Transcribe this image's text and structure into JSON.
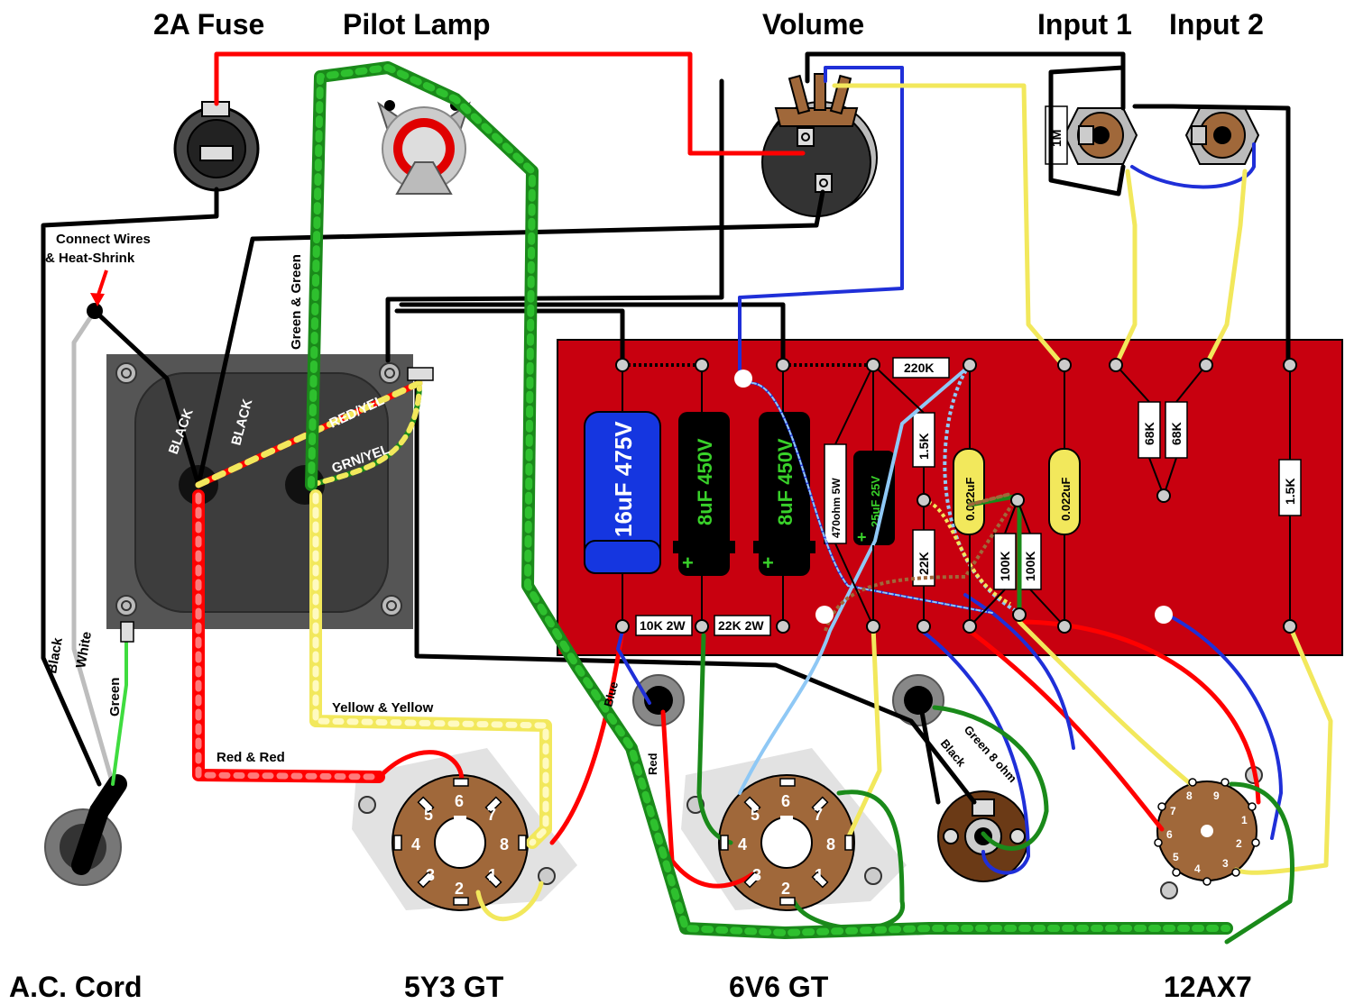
{
  "titles": {
    "fuse": "2A Fuse",
    "pilot_lamp": "Pilot Lamp",
    "volume": "Volume",
    "input1": "Input 1",
    "input2": "Input 2",
    "ac_cord": "A.C. Cord",
    "rectifier": "5Y3 GT",
    "power_tube": "6V6 GT",
    "preamp_tube": "12AX7"
  },
  "notes": {
    "connect_wires": "Connect Wires",
    "heat_shrink": "& Heat-Shrink",
    "green_green": "Green & Green",
    "red_red": "Red & Red",
    "yellow_yellow": "Yellow & Yellow"
  },
  "wire_labels": {
    "black1": "BLACK",
    "black2": "BLACK",
    "red_yel": "RED/YEL",
    "grn_yel": "GRN/YEL",
    "cord_black": "Black",
    "cord_white": "White",
    "cord_green": "Green",
    "blue": "Blue",
    "red": "Red",
    "black_spk": "Black",
    "green_spk": "Green 8 ohm"
  },
  "capacitors": {
    "c16": "16uF 475V",
    "c8a": "8uF 450V",
    "c8b": "8uF 450V",
    "c25": "25uF 25V",
    "c022a": "0.022uF",
    "c022b": "0.022uF",
    "plus": "+"
  },
  "resistors": {
    "r220k": "220K",
    "r470": "470ohm  5W",
    "r15k_a": "1.5K",
    "r22k": "22K",
    "r100k_a": "100K",
    "r100k_b": "100K",
    "r68k_a": "68K",
    "r68k_b": "68K",
    "r15k_b": "1.5K",
    "r10k2w": "10K 2W",
    "r22k2w": "22K 2W",
    "r1m": "1M"
  },
  "octal_pins": [
    "1",
    "2",
    "3",
    "4",
    "5",
    "6",
    "7",
    "8"
  ],
  "noval_pins": [
    "1",
    "2",
    "3",
    "4",
    "5",
    "6",
    "7",
    "8",
    "9"
  ],
  "colors": {
    "board": "#c8000f",
    "black": "#000000",
    "red": "#ff0000",
    "green": "#1a8a1a",
    "yellow": "#f2e85c",
    "blue": "#1f2fd8",
    "light_blue": "#8fc8f5",
    "socket_brown": "#a0683a"
  }
}
